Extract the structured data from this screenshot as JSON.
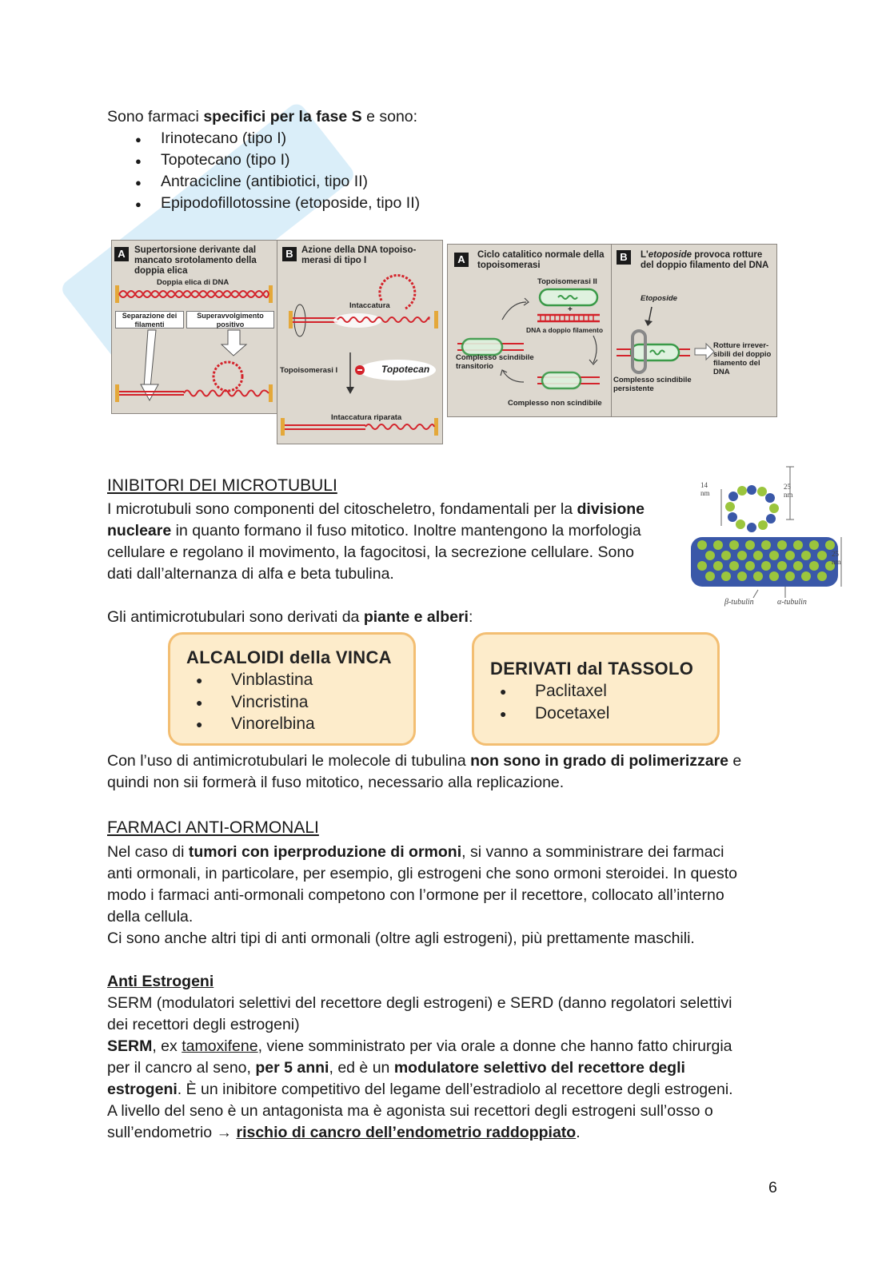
{
  "intro": {
    "pre": "Sono farmaci ",
    "bold": "specifici per la fase S",
    "post": " e sono:",
    "items": [
      "Irinotecano (tipo I)",
      "Topotecano (tipo I)",
      "Antracicline (antibiotici, tipo II)",
      "Epipodofillotossine (etoposide, tipo II)"
    ]
  },
  "figure_left": {
    "panel_a": {
      "letter": "A",
      "title": "Supertorsione derivante dal mancato srotolamento della doppia elica",
      "dna_label": "Doppia elica di DNA",
      "sep_label": "Separazione dei filamenti",
      "super_label": "Superavvolgimento positivo"
    },
    "panel_b": {
      "letter": "B",
      "title": "Azione della DNA topoiso-merasi di tipo I",
      "nick_label": "Intaccatura",
      "topo_label": "Topoisomerasi I",
      "drug_label": "Topotecan",
      "repaired_label": "Intaccatura riparata"
    }
  },
  "figure_right": {
    "panel_a": {
      "letter": "A",
      "title": "Ciclo catalitico normale della topoisomerasi",
      "enzyme_label": "Topoisomerasi II",
      "plus": "+",
      "dna_label": "DNA a doppio filamento",
      "cleavable_label": "Complesso scindibile transitorio",
      "noncleavable_label": "Complesso non scindibile"
    },
    "panel_b": {
      "letter": "B",
      "title_pre": "L'",
      "title_em": "etoposide",
      "title_post": " provoca rotture del doppio filamento del DNA",
      "drug_label": "Etoposide",
      "persistent_label": "Complesso scindibile persistente",
      "breaks_label": "Rotture irrever-sibili del doppio filamento del DNA"
    }
  },
  "microtubule_fig": {
    "nm14": "14 nm",
    "nm25a": "25 nm",
    "nm25b": "25 nm",
    "beta": "β-tubulin",
    "alpha": "α-tubulin"
  },
  "micro": {
    "heading": "INIBITORI DEI MICROTUBULI",
    "p1_pre": "I microtubuli sono componenti del citoscheletro, fondamentali per la ",
    "p1_bold1": "divisione",
    "p1_bold2": "nucleare",
    "p1_post1": " in quanto formano il fuso mitotico. Inoltre mantengono la morfologia",
    "p1_line3": "cellulare e regolano il movimento, la fagocitosi, la secrezione cellulare. Sono",
    "p1_line4": "dati dall’alternanza di alfa e beta tubulina.",
    "p2_pre": "Gli antimicrotubulari sono derivati da ",
    "p2_bold": "piante e alberi",
    "p2_post": ":"
  },
  "vinca": {
    "title": "ALCALOIDI della VINCA",
    "items": [
      "Vinblastina",
      "Vincristina",
      "Vinorelbina"
    ]
  },
  "tassolo": {
    "title": "DERIVATI dal TASSOLO",
    "items": [
      "Paclitaxel",
      "Docetaxel"
    ]
  },
  "micro_after": {
    "pre": "Con l’uso di antimicrotubulari le molecole di tubulina ",
    "bold": "non sono in grado di polimerizzare",
    "post": " e",
    "line2": "quindi non sii formerà il fuso mitotico, necessario alla replicazione."
  },
  "ormonali": {
    "heading": "FARMACI ANTI-ORMONALI",
    "l1_pre": "Nel caso di ",
    "l1_bold": "tumori con iperproduzione di ormoni",
    "l1_post": ", si vanno a somministrare dei farmaci",
    "l2": "anti ormonali, in particolare, per esempio,  gli estrogeni che sono ormoni steroidei. In questo",
    "l3": "modo i farmaci anti-ormonali competono con l’ormone per il recettore, collocato all’interno",
    "l4": "della cellula.",
    "l5": "Ci sono anche altri tipi di anti ormonali (oltre agli estrogeni), più prettamente maschili."
  },
  "estrogeni": {
    "heading": "Anti Estrogeni",
    "l1": "SERM (modulatori selettivi del recettore degli estrogeni) e SERD (danno regolatori selettivi",
    "l2": "dei recettori degli estrogeni)",
    "l3_bold": "SERM",
    "l3_mid": ", ex ",
    "l3_u": "tamoxifene",
    "l3_post": ", viene somministrato per via orale a donne che hanno fatto chirurgia",
    "l4_pre": "per il cancro al seno, ",
    "l4_bold1": "per 5 anni",
    "l4_mid": ", ed è un ",
    "l4_bold2": "modulatore selettivo del recettore degli",
    "l5_bold": "estrogeni",
    "l5_post": ". È un inibitore competitivo del legame dell’estradiolo al recettore degli estrogeni.",
    "l6": "A livello del seno è un antagonista ma è agonista sui recettori degli estrogeni sull’osso o",
    "l7_pre": "sull’endometrio → ",
    "l7_bu": "rischio di cancro dell’endometrio raddoppiato",
    "l7_post": "."
  },
  "page_number": "6",
  "colors": {
    "panel_bg": "#ddd8cf",
    "box_fill": "#fdeccb",
    "box_border": "#f3be72",
    "dna_red": "#d4222a",
    "enzyme_green": "#3a9a48",
    "tubulin_green": "#9bc53d",
    "tubulin_blue": "#3a58a8"
  }
}
